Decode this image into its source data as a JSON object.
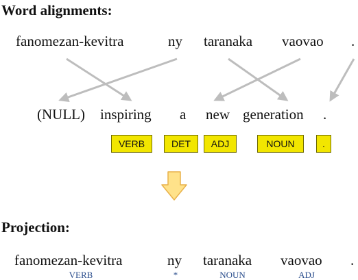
{
  "alignments": {
    "heading": "Word alignments:",
    "source_tokens": [
      "fanomezan-kevitra",
      "ny",
      "taranaka",
      "vaovao",
      "."
    ],
    "target_tokens": [
      "(NULL)",
      "inspiring",
      "a",
      "new",
      "generation",
      "."
    ],
    "links": [
      {
        "source": 0,
        "target": 1
      },
      {
        "source": 1,
        "target": 0
      },
      {
        "source": 2,
        "target": 4
      },
      {
        "source": 3,
        "target": 3
      },
      {
        "source": 4,
        "target": 5
      }
    ],
    "pos_tags": [
      {
        "label": "VERB",
        "target": 1
      },
      {
        "label": "DET",
        "target": 2
      },
      {
        "label": "ADJ",
        "target": 3
      },
      {
        "label": "NOUN",
        "target": 4
      },
      {
        "label": ".",
        "target": 5
      }
    ]
  },
  "projection": {
    "heading": "Projection:",
    "tokens": [
      "fanomezan-kevitra",
      "ny",
      "taranaka",
      "vaovao",
      "."
    ],
    "tags": [
      "VERB",
      "*",
      "NOUN",
      "ADJ"
    ]
  },
  "colors": {
    "tag_fill": "#f2e600",
    "tag_border": "#6e6a00",
    "alignment_line": "#bdbdbd",
    "arrow_fill": "#ffe28a",
    "arrow_stroke": "#e8b14a",
    "projected_tag": "#2a4d8c"
  }
}
